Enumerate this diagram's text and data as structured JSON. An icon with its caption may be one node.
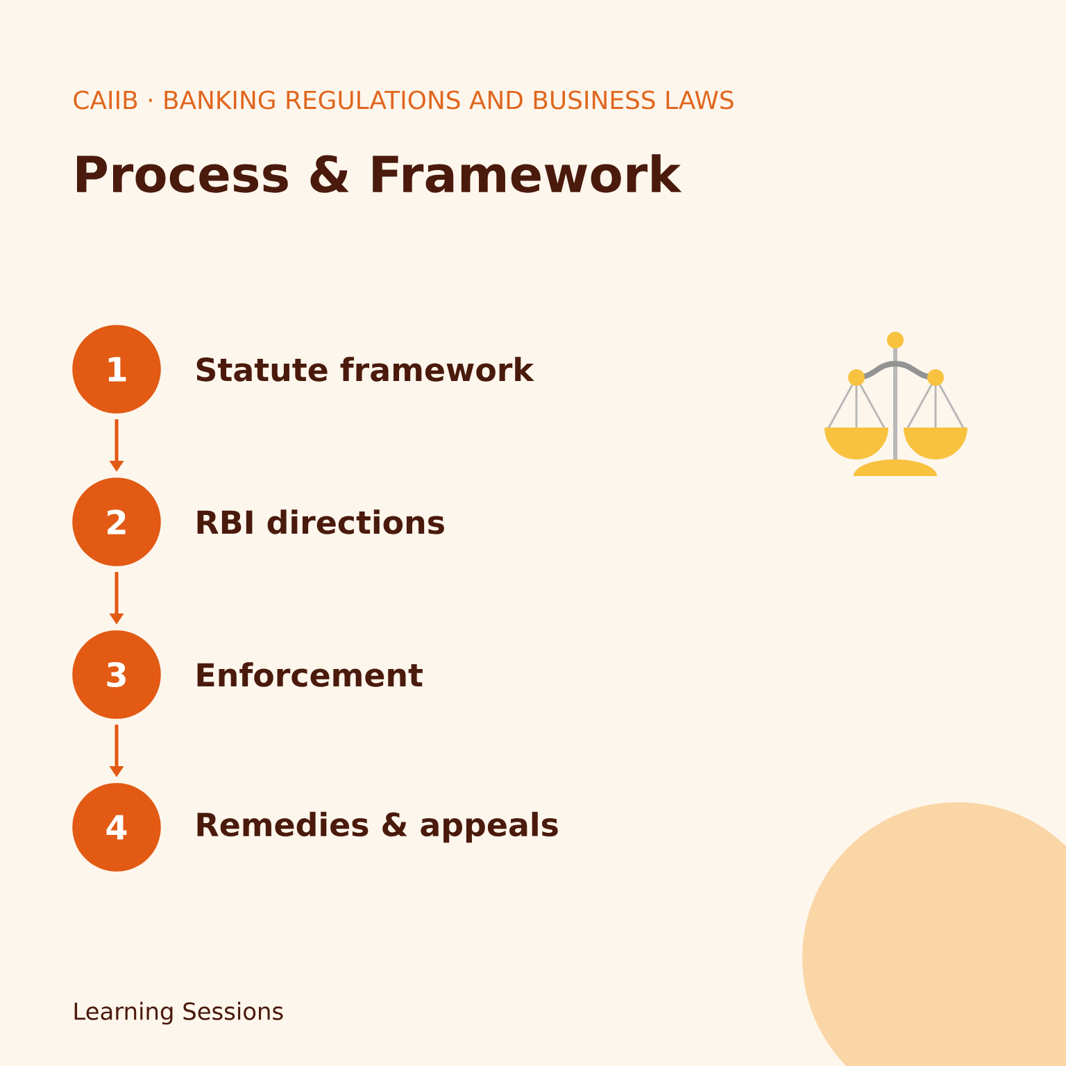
{
  "diagram": {
    "title": "Process & Framework",
    "nodes": [
      {
        "text": [
          "1"
        ],
        "beside": [
          "Statute framework"
        ]
      },
      {
        "text": [
          "2"
        ],
        "beside": [
          "RBI directions"
        ]
      },
      {
        "text": [
          "3"
        ],
        "beside": [
          "Enforcement"
        ]
      },
      {
        "text": [
          "4"
        ],
        "beside": [
          "Remedies & appeals"
        ]
      }
    ],
    "edges": [
      {
        "from": 0,
        "to": 1,
        "arrow": "to"
      },
      {
        "from": 1,
        "to": 2,
        "arrow": "to"
      },
      {
        "from": 2,
        "to": 3,
        "arrow": "to"
      }
    ],
    "labels": [
      "CAIIB · BANKING REGULATIONS AND BUSINESS LAWS",
      "Learning Sessions"
    ]
  }
}
